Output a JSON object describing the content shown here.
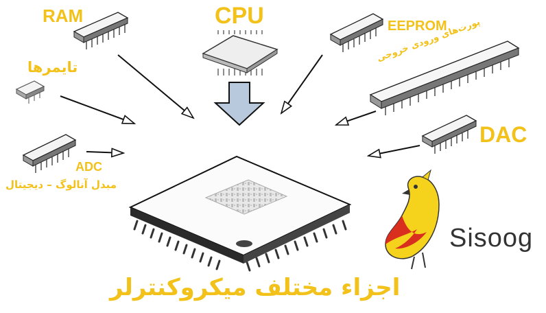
{
  "labels": {
    "cpu": "CPU",
    "ram": "RAM",
    "eeprom": "EEPROM",
    "dac": "DAC",
    "adc": "ADC",
    "timers": "تایمرها",
    "adc_desc": "مبدل آنالوگ – دیجیتال",
    "ports": "پورت‌های ورودی خروجی"
  },
  "title": "اجزاء مختلف میکروکنترلر",
  "logo": {
    "text": "Sisoog"
  },
  "colors": {
    "label": "#f2c11a",
    "arrow_fill": "#b9c9dd",
    "chip": "#2a2a2a",
    "bird_yellow": "#f5d21c",
    "bird_red": "#d7261f"
  }
}
